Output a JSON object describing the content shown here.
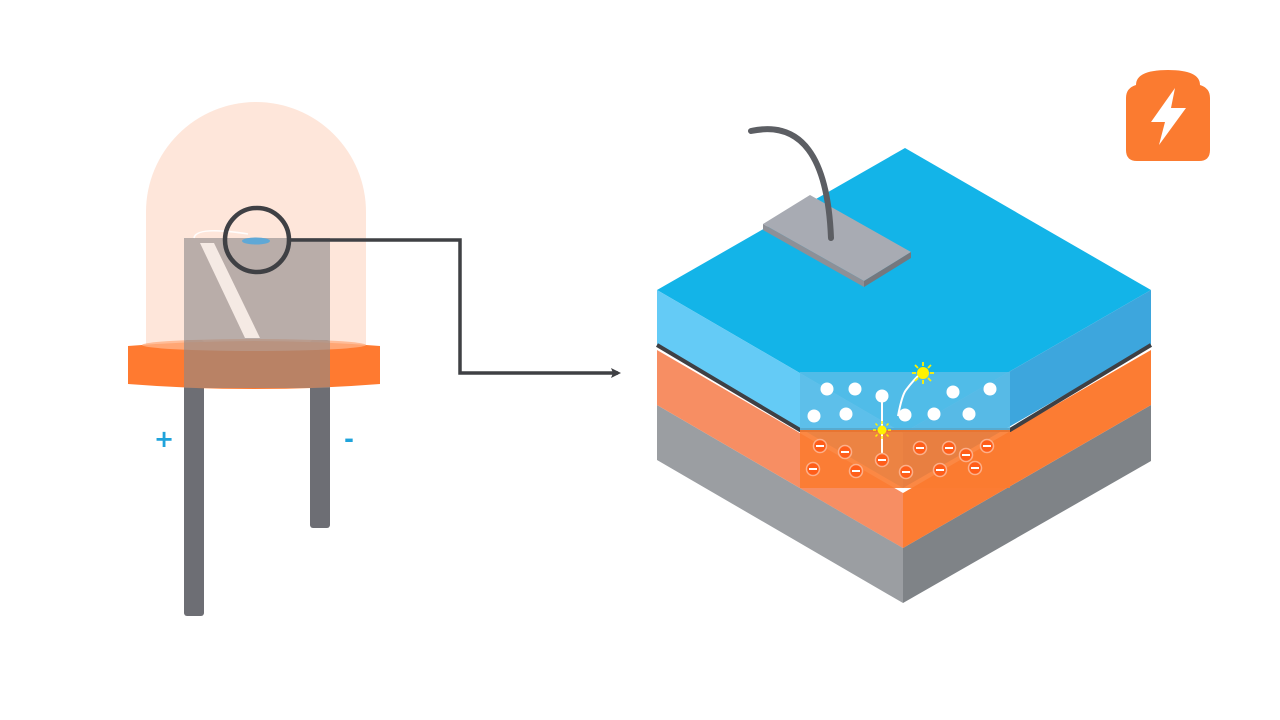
{
  "colors": {
    "background": "#ffffff",
    "led_dome": "#fdd9c6",
    "led_rim": "#ff7a30",
    "lead": "#6d6e74",
    "frame": "#a5a3a6",
    "callout": "#3f4044",
    "polarity": "#1fa3db",
    "n_layer_top": "#13b4e8",
    "n_layer_front": "#64cbf6",
    "n_layer_side": "#3da6dd",
    "p_layer_front": "#f78e63",
    "p_layer_side": "#fc7c33",
    "substrate_front": "#9b9ea2",
    "substrate_side": "#7f8387",
    "electrode": "#a8abb3",
    "photon": "#fff200",
    "logo": "#fb7b30"
  },
  "led": {
    "anode_symbol": "+",
    "cathode_symbol": "-"
  },
  "cross_section": {
    "electron_count": 10,
    "hole_count": 12,
    "photon_count": 2
  },
  "logo": {
    "icon": "lightning-bolt-icon"
  }
}
